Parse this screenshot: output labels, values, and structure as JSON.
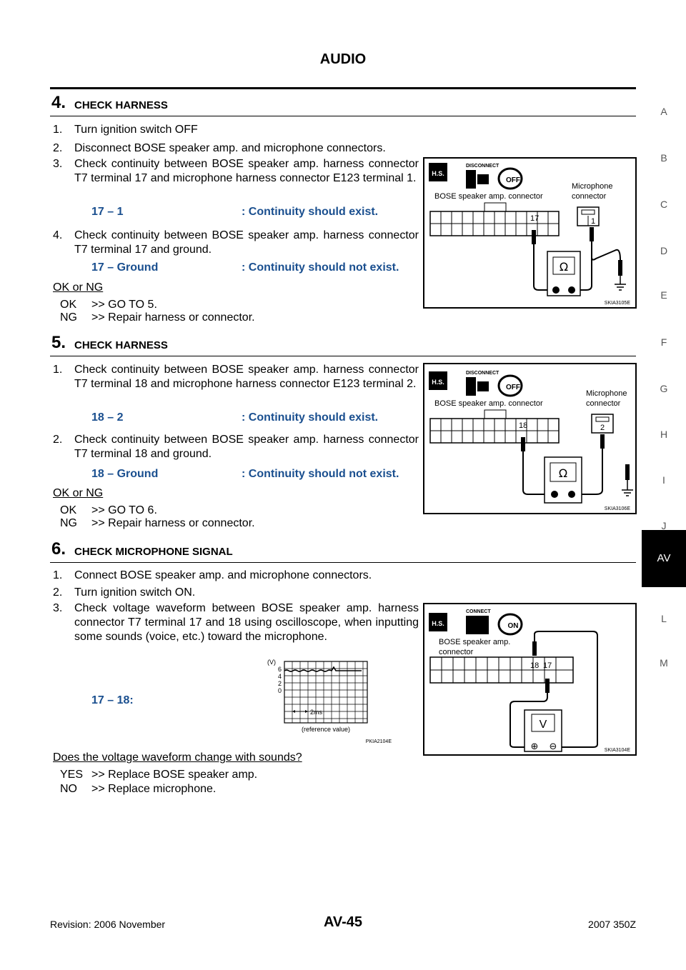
{
  "header": {
    "title": "AUDIO"
  },
  "side_tabs": [
    "A",
    "B",
    "C",
    "D",
    "E",
    "F",
    "G",
    "H",
    "I",
    "J",
    "AV",
    "L",
    "M"
  ],
  "sections": {
    "s4": {
      "num": "4.",
      "title": "CHECK HARNESS",
      "steps": [
        {
          "n": "1.",
          "text": "Turn ignition switch OFF"
        },
        {
          "n": "2.",
          "text": "Disconnect BOSE speaker amp. and microphone connectors."
        },
        {
          "n": "3.",
          "text": "Check continuity between BOSE speaker amp. harness connector T7 terminal 17 and microphone harness connector E123 terminal 1."
        },
        {
          "n": "4.",
          "text": "Check continuity between BOSE speaker amp. harness connector T7 terminal 17 and ground."
        }
      ],
      "spec1": {
        "label": "17 – 1",
        "value": ": Continuity should exist."
      },
      "spec2": {
        "label": "17 – Ground",
        "value": ": Continuity should not exist."
      },
      "question": "OK or NG",
      "results": [
        {
          "key": "OK",
          "value": ">> GO TO 5."
        },
        {
          "key": "NG",
          "value": ">> Repair harness or connector."
        }
      ]
    },
    "s5": {
      "num": "5.",
      "title": "CHECK HARNESS",
      "steps": [
        {
          "n": "1.",
          "text": "Check continuity between BOSE speaker amp. harness connector T7 terminal 18 and microphone harness connector E123 terminal 2."
        },
        {
          "n": "2.",
          "text": "Check continuity between BOSE speaker amp. harness connector T7 terminal 18 and ground."
        }
      ],
      "spec1": {
        "label": "18 – 2",
        "value": ": Continuity should exist."
      },
      "spec2": {
        "label": "18 – Ground",
        "value": ": Continuity should not exist."
      },
      "question": "OK or NG",
      "results": [
        {
          "key": "OK",
          "value": ">> GO TO 6."
        },
        {
          "key": "NG",
          "value": ">> Repair harness or connector."
        }
      ]
    },
    "s6": {
      "num": "6.",
      "title": "CHECK MICROPHONE SIGNAL",
      "steps": [
        {
          "n": "1.",
          "text": "Connect BOSE speaker amp. and microphone connectors."
        },
        {
          "n": "2.",
          "text": "Turn ignition switch ON."
        },
        {
          "n": "3.",
          "text": "Check voltage waveform between BOSE speaker amp. harness connector T7 terminal 17 and 18 using oscilloscope, when inputting some sounds (voice, etc.) toward the microphone."
        }
      ],
      "spec1": {
        "label": "17 – 18:"
      },
      "question": "Does the voltage waveform change with sounds?",
      "results": [
        {
          "key": "YES",
          "value": ">> Replace BOSE speaker amp."
        },
        {
          "key": "NO",
          "value": ">> Replace microphone."
        }
      ]
    }
  },
  "figures": {
    "fig1": {
      "hs": "H.S.",
      "action": "DISCONNECT",
      "key": "OFF",
      "amp_label": "BOSE speaker amp. connector",
      "mic_label_1": "Microphone",
      "mic_label_2": "connector",
      "amp_pin": "17",
      "mic_pin": "1",
      "meter": "Ω",
      "code": "SKIA3105E"
    },
    "fig2": {
      "hs": "H.S.",
      "action": "DISCONNECT",
      "key": "OFF",
      "amp_label": "BOSE speaker amp. connector",
      "mic_label_1": "Microphone",
      "mic_label_2": "connector",
      "amp_pin": "18",
      "mic_pin": "2",
      "meter": "Ω",
      "code": "SKIA3106E"
    },
    "fig3": {
      "hs": "H.S.",
      "action": "CONNECT",
      "key": "ON",
      "amp_label_1": "BOSE speaker amp.",
      "amp_label_2": "connector",
      "pin_a": "18",
      "pin_b": "17",
      "meter": "V",
      "plus": "⊕",
      "minus": "⊖",
      "code": "SKIA3104E"
    },
    "wave": {
      "unit": "(V)",
      "ticks": [
        "6",
        "4",
        "2",
        "0"
      ],
      "time": "2ms",
      "note": "(reference value)",
      "code": "PKIA2104E"
    }
  },
  "footer": {
    "revision": "Revision: 2006 November",
    "page": "AV-45",
    "model": "2007 350Z"
  }
}
